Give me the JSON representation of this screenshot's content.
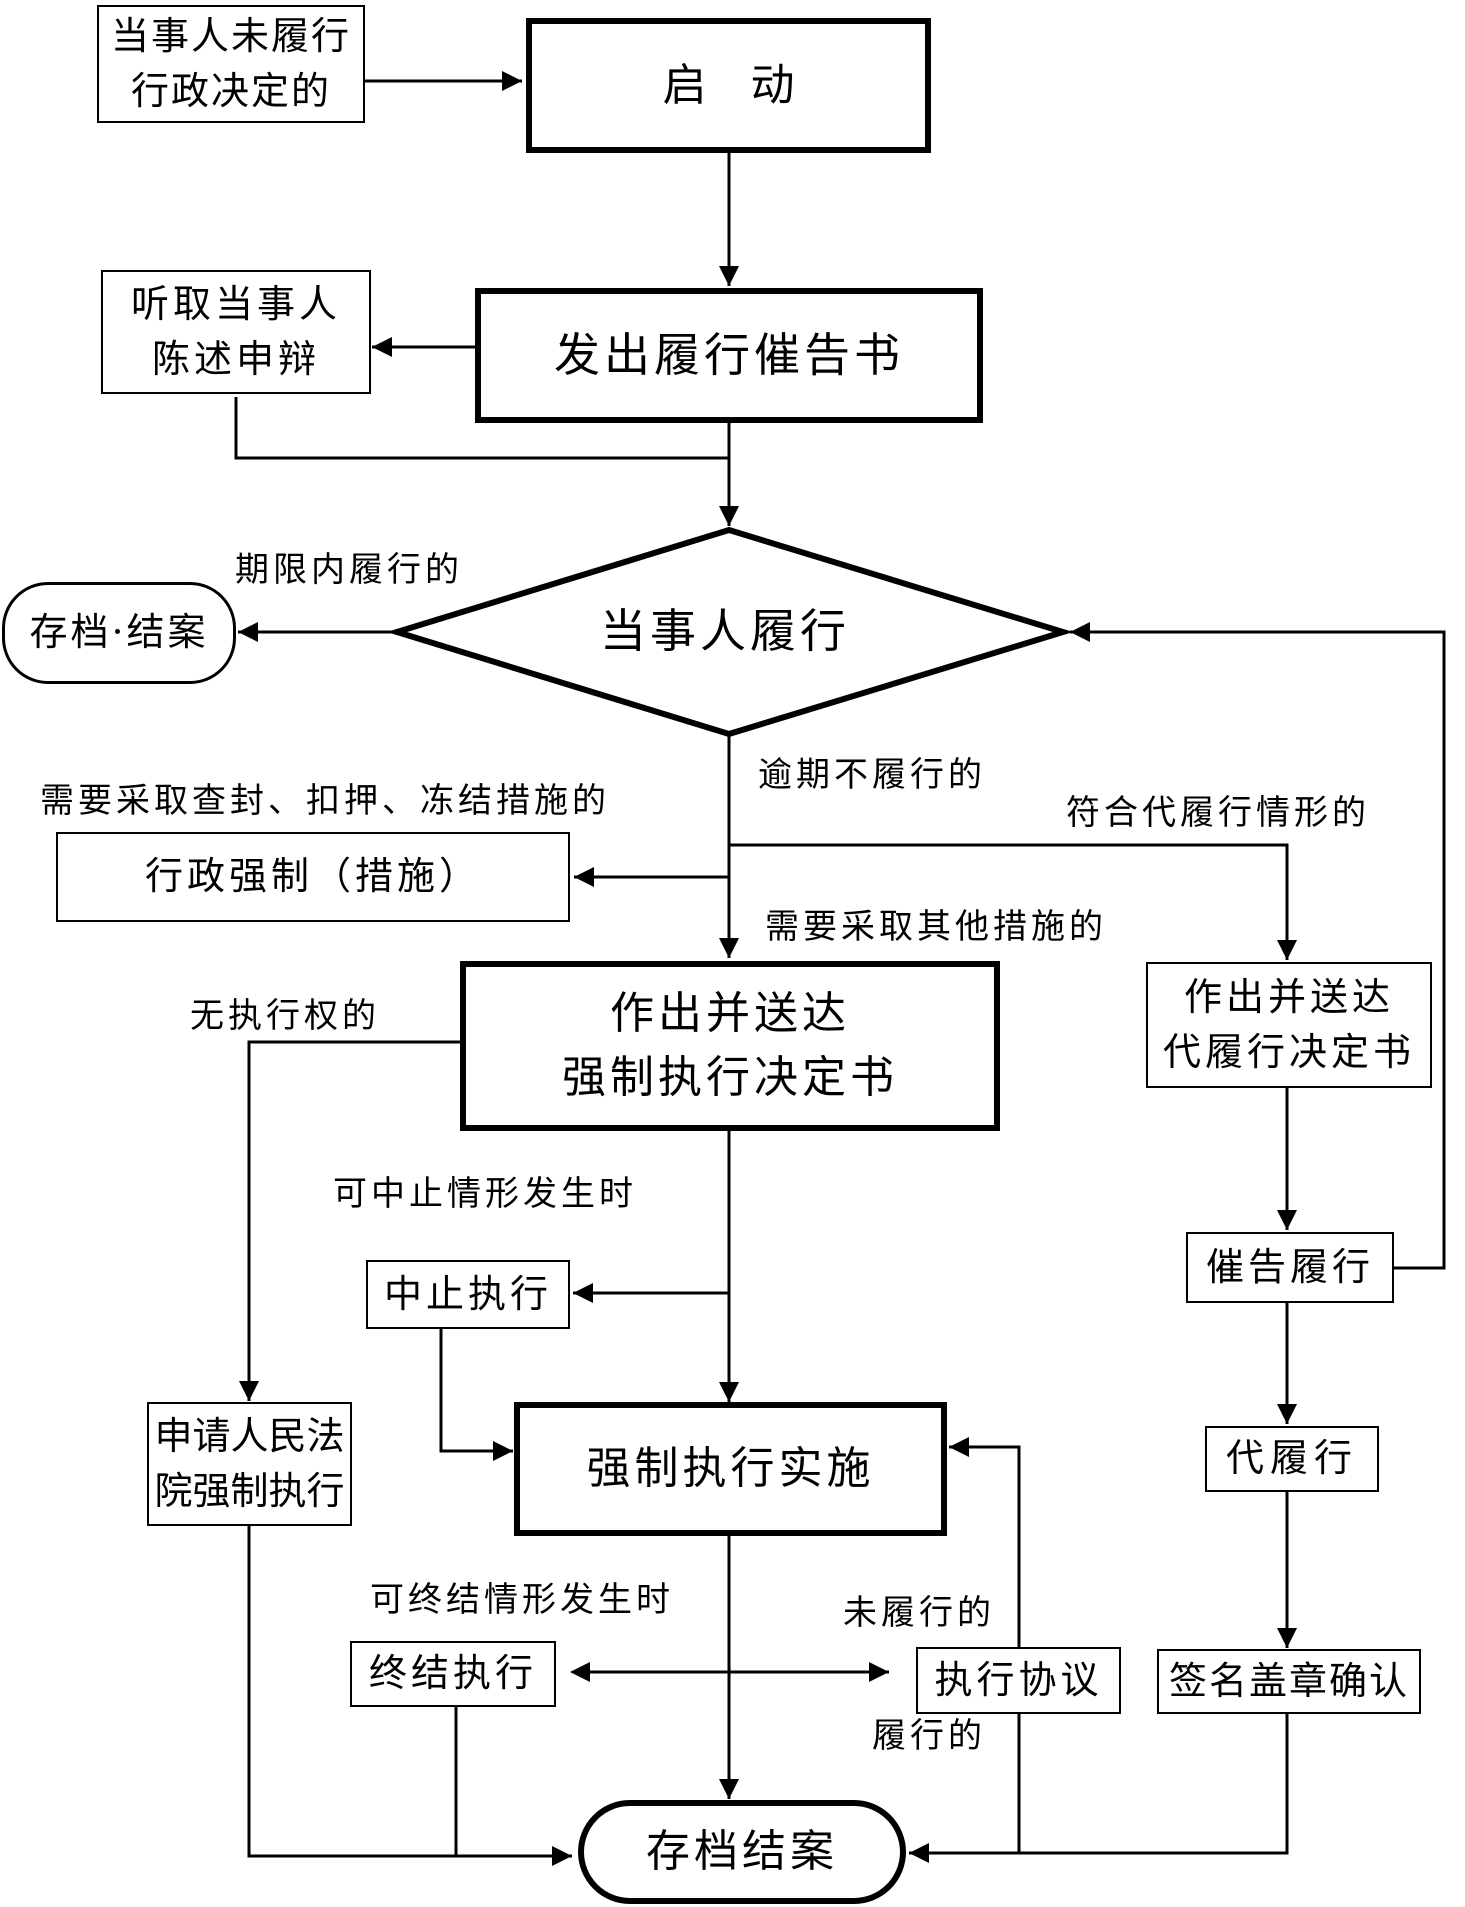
{
  "nodes": {
    "not_performed": "当事人未履行\n行政决定的",
    "start": "启　动",
    "notice": "发出履行催告书",
    "hear": "听取当事人\n陈述申辩",
    "party_performs": "当事人履行",
    "archive_top": "存档·结案",
    "admin_compulsion": "行政强制（措施）",
    "enforce_decision": "作出并送达\n强制执行决定书",
    "proxy_decision": "作出并送达\n代履行决定书",
    "urge": "催告履行",
    "suspend": "中止执行",
    "court": "申请人民法\n院强制执行",
    "implement": "强制执行实施",
    "proxy": "代履行",
    "terminate": "终结执行",
    "agreement": "执行协议",
    "sign": "签名盖章确认",
    "archive_final": "存档结案"
  },
  "labels": {
    "within_period": "期限内履行的",
    "overdue": "逾期不履行的",
    "need_seal": "需要采取查封、扣押、冻结措施的",
    "proxy_case": "符合代履行情形的",
    "other_measures": "需要采取其他措施的",
    "no_power": "无执行权的",
    "suspend_case": "可中止情形发生时",
    "terminate_case": "可终结情形发生时",
    "unfulfilled": "未履行的",
    "fulfilled": "履行的"
  }
}
